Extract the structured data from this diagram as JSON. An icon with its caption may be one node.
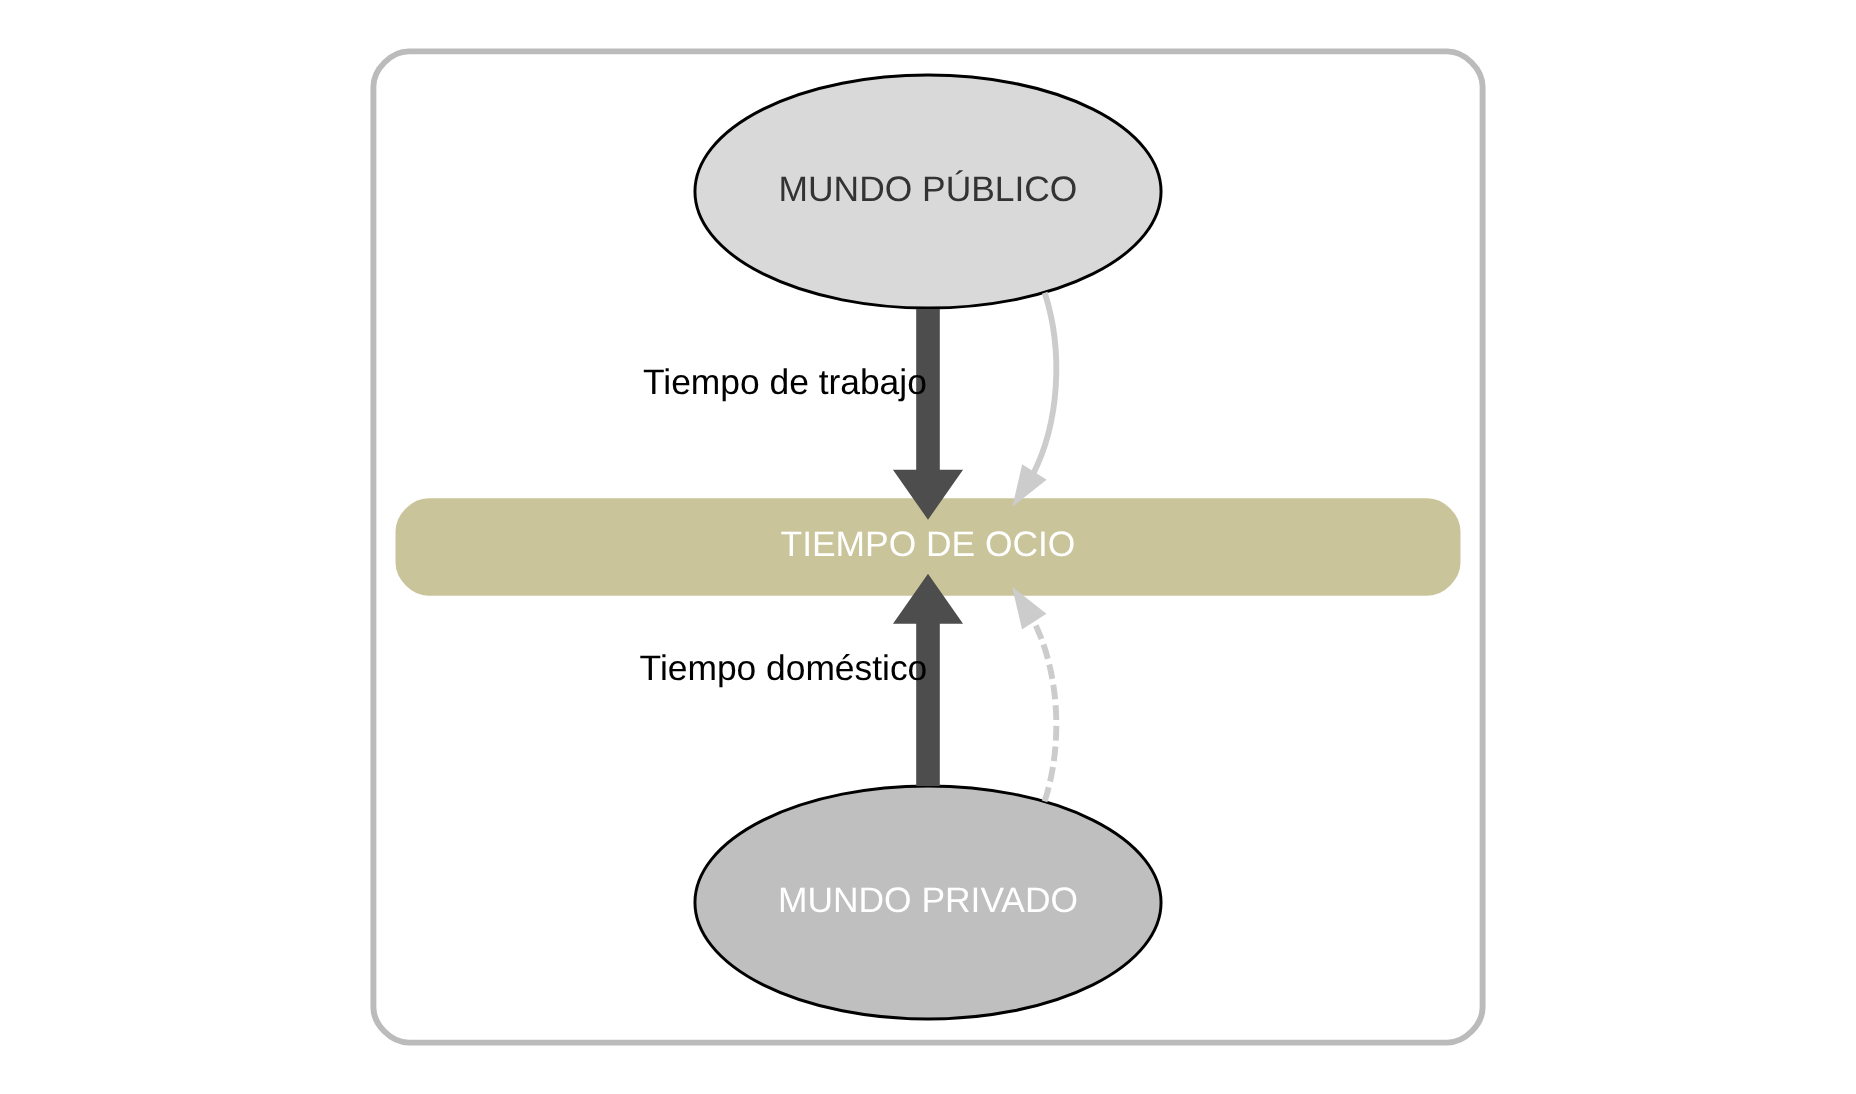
{
  "diagram": {
    "nodes": [
      {
        "text": [],
        "shape": "box"
      },
      {
        "text": [
          "MUNDO PÚBLICO"
        ],
        "in": 0
      },
      {
        "text": [
          "TIEMPO DE OCIO"
        ],
        "in": 0
      },
      {
        "text": [
          "MUNDO PRIVADO"
        ],
        "in": 0
      }
    ],
    "edges": [
      {
        "from": 1,
        "to": 2,
        "arrow": "to",
        "label": "Tiempo de trabajo",
        "style": "thick",
        "color": "#4d4d4d"
      },
      {
        "from": 1,
        "to": 2,
        "arrow": "to",
        "color": "#cccccc"
      },
      {
        "from": 3,
        "to": 2,
        "arrow": "to",
        "label": "Tiempo doméstico",
        "style": "thick",
        "color": "#4d4d4d"
      },
      {
        "from": 3,
        "to": 2,
        "arrow": "to",
        "style": "dashed",
        "color": "#cccccc"
      }
    ]
  }
}
